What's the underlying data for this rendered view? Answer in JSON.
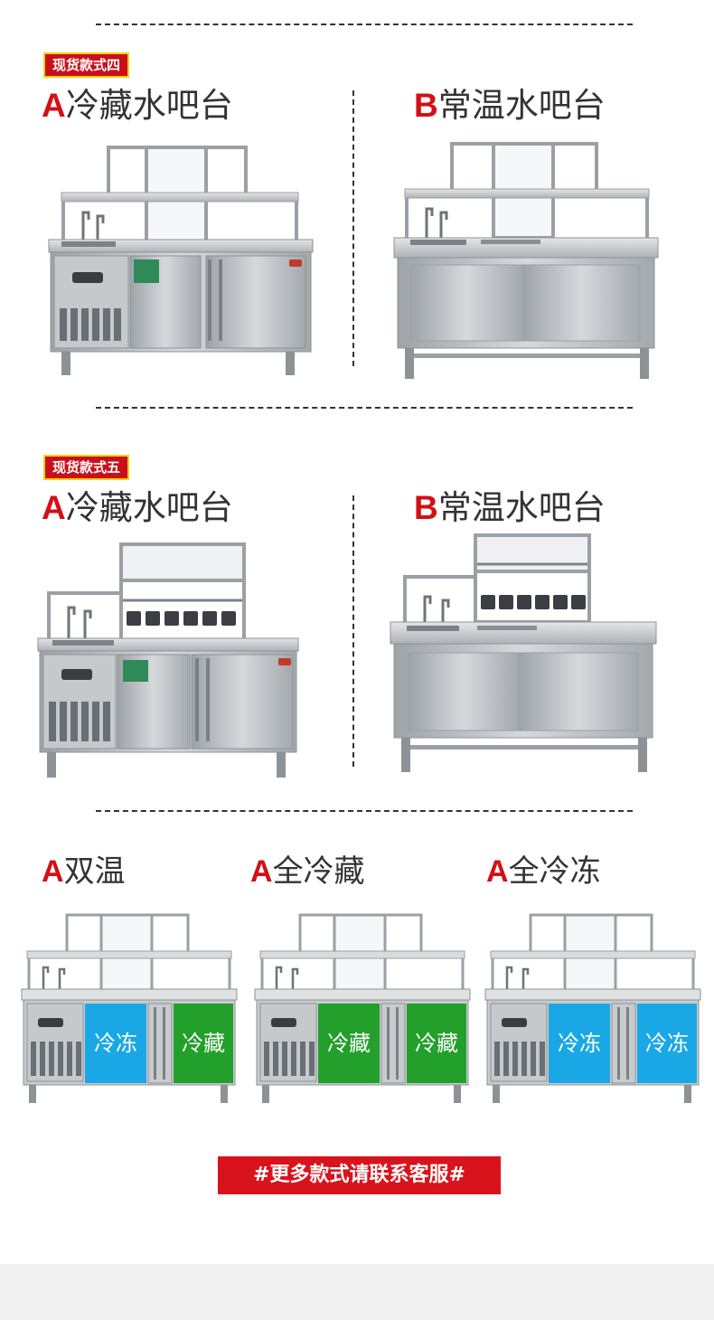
{
  "colors": {
    "accent_red": "#d40f16",
    "tag_bg": "#c9101a",
    "tag_border": "#f5d10a",
    "freezer_blue": "#1aa7e6",
    "fridge_green": "#23a02b",
    "steel": "#bfc3c7"
  },
  "section4": {
    "tag": "现货款式四",
    "left": {
      "letter": "A",
      "title": "冷藏水吧台"
    },
    "right": {
      "letter": "B",
      "title": "常温水吧台"
    }
  },
  "section5": {
    "tag": "现货款式五",
    "left": {
      "letter": "A",
      "title": "冷藏水吧台"
    },
    "right": {
      "letter": "B",
      "title": "常温水吧台"
    }
  },
  "variants": [
    {
      "letter": "A",
      "title": "双温",
      "door1": "冷冻",
      "door1_color": "blue",
      "door2": "冷藏",
      "door2_color": "green"
    },
    {
      "letter": "A",
      "title": "全冷藏",
      "door1": "冷藏",
      "door1_color": "green",
      "door2": "冷藏",
      "door2_color": "green"
    },
    {
      "letter": "A",
      "title": "全冷冻",
      "door1": "冷冻",
      "door1_color": "blue",
      "door2": "冷冻",
      "door2_color": "blue"
    }
  ],
  "footer": {
    "label": "#更多款式请联系客服#"
  }
}
